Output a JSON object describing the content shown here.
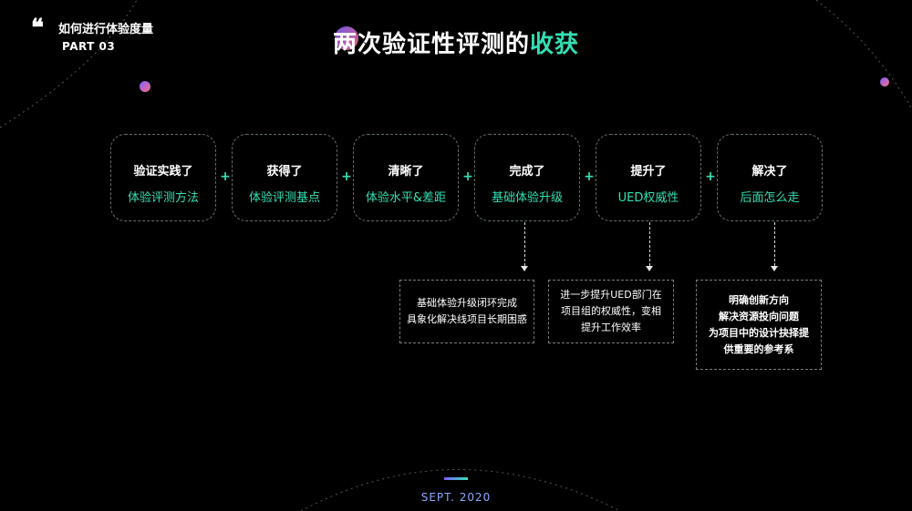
{
  "header": {
    "quote_glyph": "❝",
    "section_title": "如何进行体验度量",
    "part": "PART 03"
  },
  "title": {
    "main": "两次验证性评测的",
    "accent": "收获"
  },
  "cards": [
    {
      "head": "验证实践了",
      "sub": "体验评测方法"
    },
    {
      "head": "获得了",
      "sub": "体验评测基点"
    },
    {
      "head": "清晰了",
      "sub": "体验水平&差距"
    },
    {
      "head": "完成了",
      "sub": "基础体验升级"
    },
    {
      "head": "提升了",
      "sub": "UED权威性"
    },
    {
      "head": "解决了",
      "sub": "后面怎么走"
    }
  ],
  "plus_sign": "+",
  "notes": [
    {
      "lines": [
        "基础体验升级闭环完成",
        "具象化解决线项目长期困惑"
      ]
    },
    {
      "lines": [
        "进一步提升UED部门在",
        "项目组的权威性，变相",
        "提升工作效率"
      ]
    },
    {
      "lines": [
        "明确创新方向",
        "解决资源投向问题",
        "为项目中的设计抉择提",
        "供重要的参考系"
      ]
    }
  ],
  "footer": {
    "date": "SEPT. 2020"
  },
  "colors": {
    "accent": "#33e0b4",
    "background": "#000000",
    "date": "#8aa8ff"
  }
}
